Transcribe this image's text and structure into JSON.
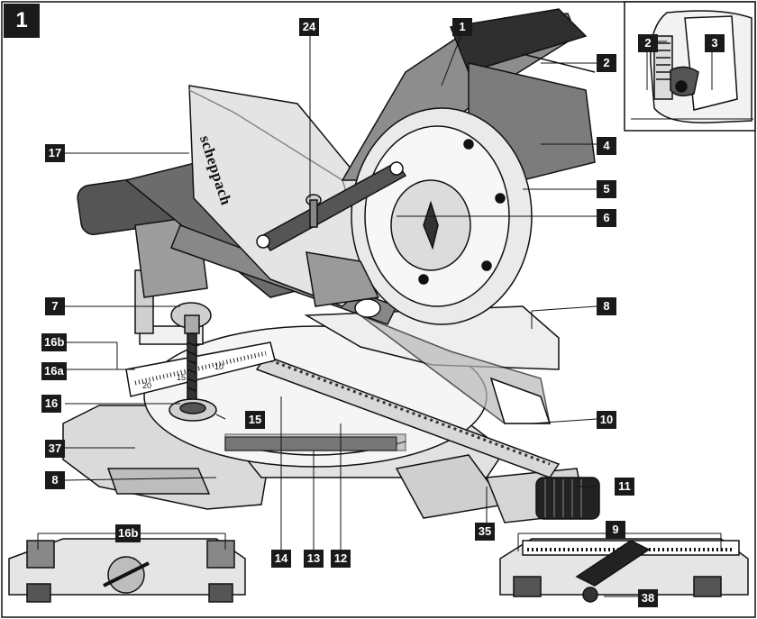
{
  "figure": {
    "number": "1"
  },
  "brand": "scheppach",
  "ruler_numbers": [
    "20",
    "15",
    "10"
  ],
  "labels": [
    {
      "id": "1",
      "text": "1"
    },
    {
      "id": "2",
      "text": "2"
    },
    {
      "id": "2i",
      "text": "2"
    },
    {
      "id": "3i",
      "text": "3"
    },
    {
      "id": "4",
      "text": "4"
    },
    {
      "id": "5",
      "text": "5"
    },
    {
      "id": "6",
      "text": "6"
    },
    {
      "id": "7",
      "text": "7"
    },
    {
      "id": "8a",
      "text": "8"
    },
    {
      "id": "8b",
      "text": "8"
    },
    {
      "id": "9",
      "text": "9"
    },
    {
      "id": "10",
      "text": "10"
    },
    {
      "id": "11",
      "text": "11"
    },
    {
      "id": "12",
      "text": "12"
    },
    {
      "id": "13",
      "text": "13"
    },
    {
      "id": "14",
      "text": "14"
    },
    {
      "id": "15",
      "text": "15"
    },
    {
      "id": "16",
      "text": "16"
    },
    {
      "id": "16a",
      "text": "16a"
    },
    {
      "id": "16b",
      "text": "16b"
    },
    {
      "id": "16b2",
      "text": "16b"
    },
    {
      "id": "17",
      "text": "17"
    },
    {
      "id": "24",
      "text": "24"
    },
    {
      "id": "35",
      "text": "35"
    },
    {
      "id": "37",
      "text": "37"
    },
    {
      "id": "38",
      "text": "38"
    }
  ]
}
